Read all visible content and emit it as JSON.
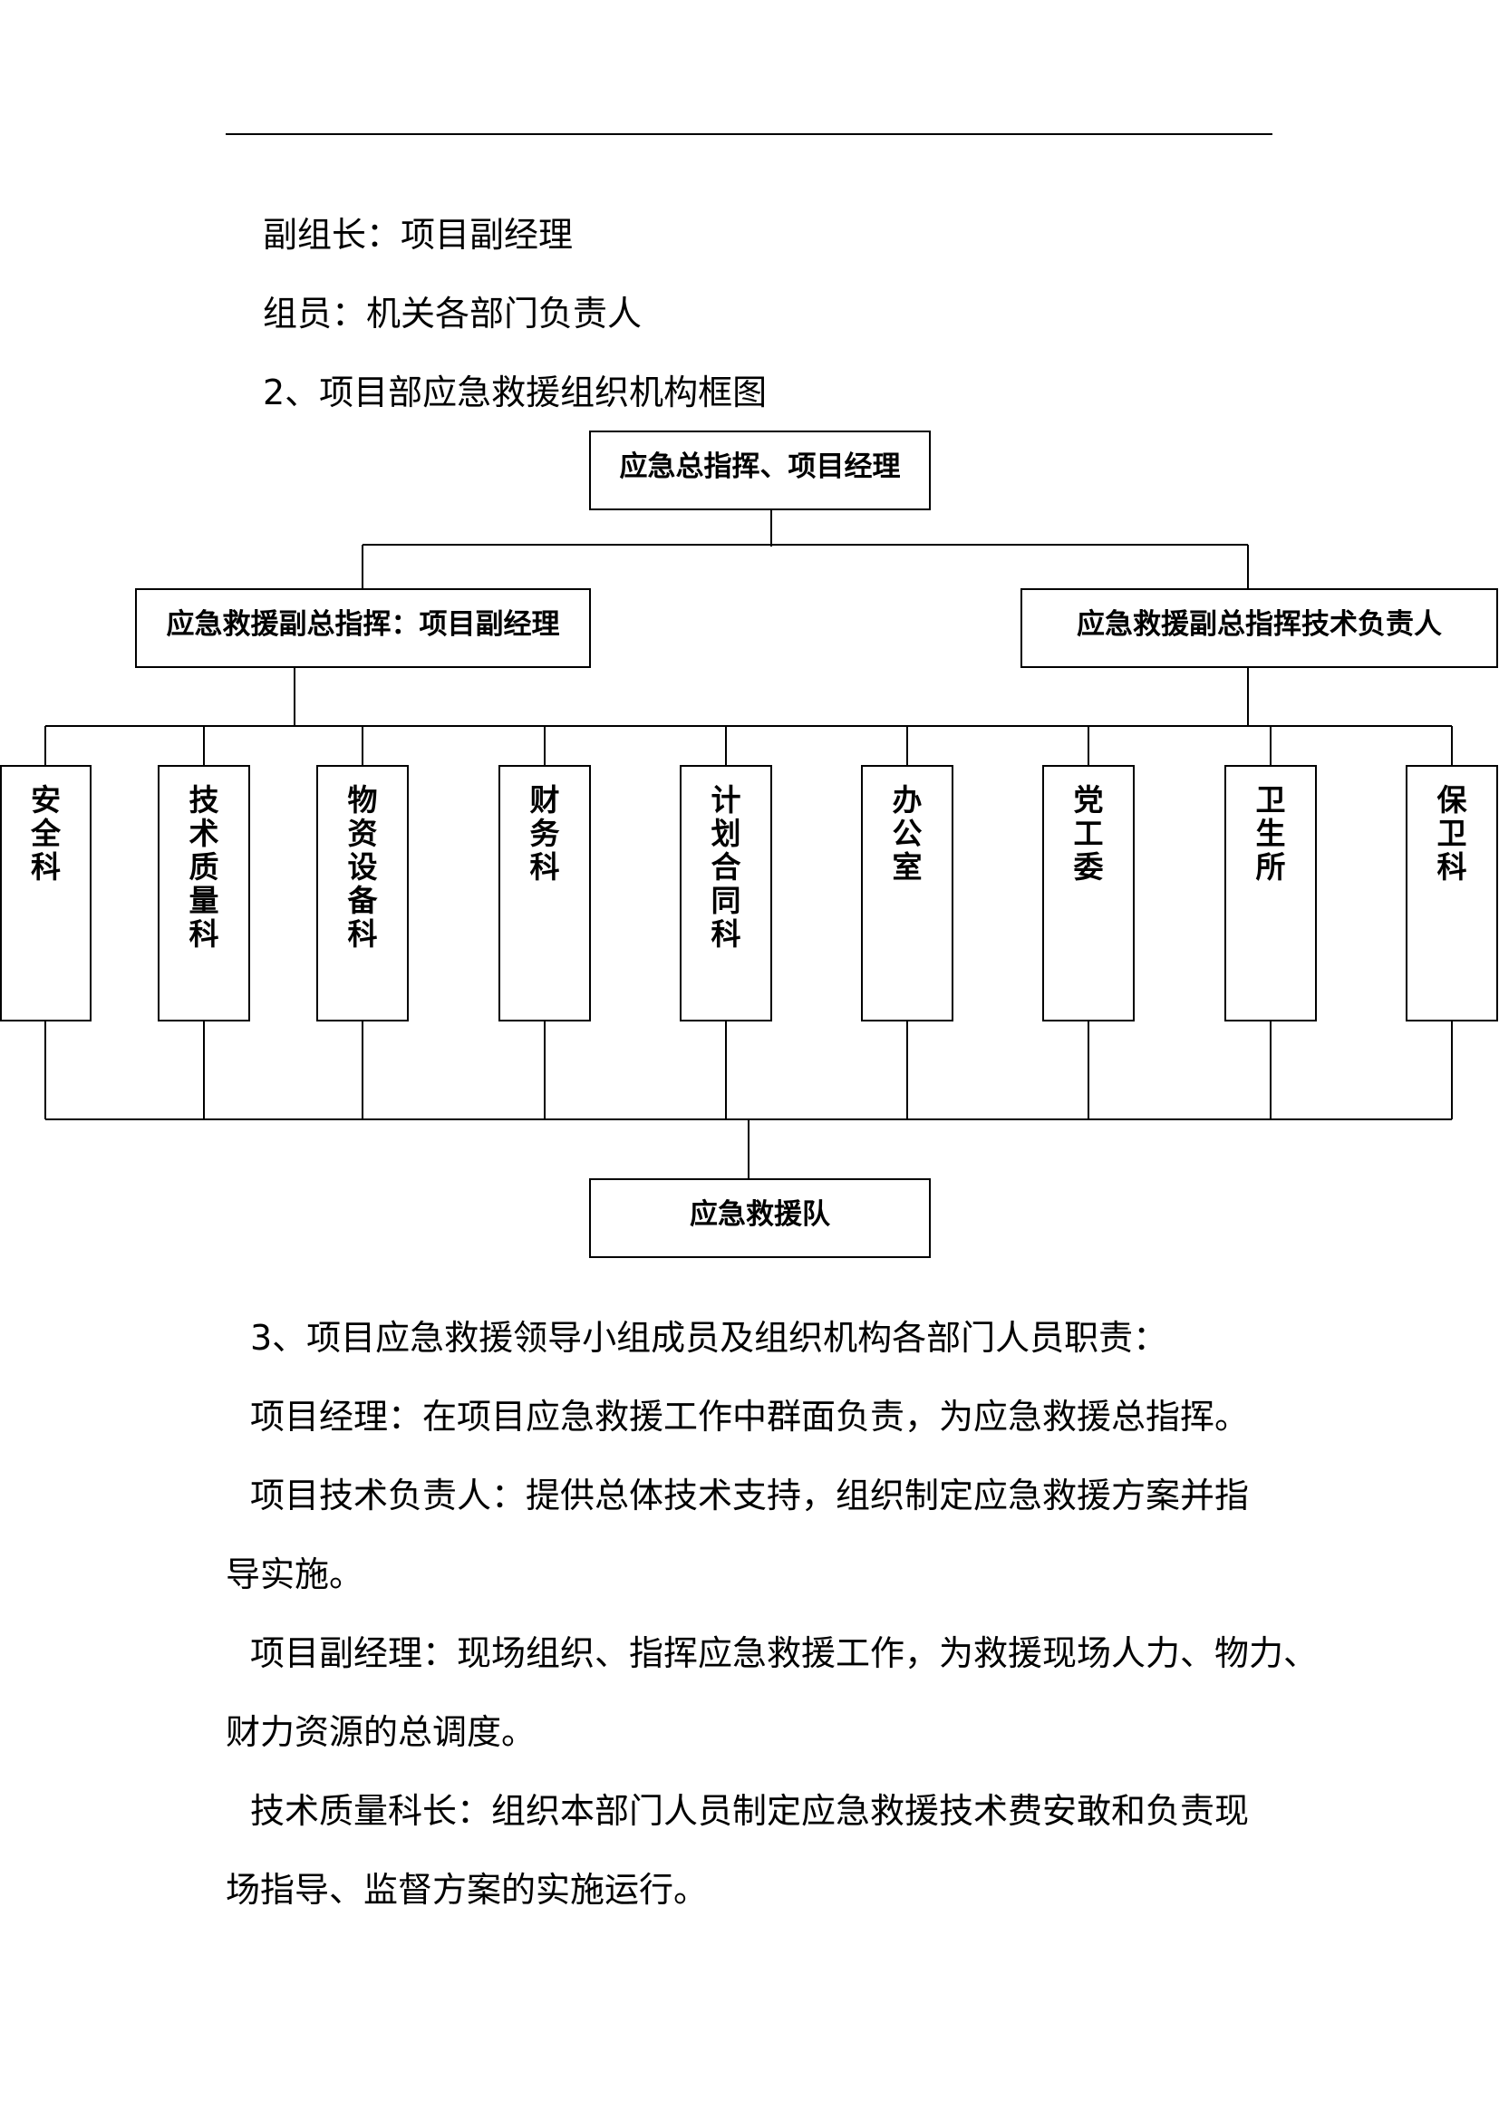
{
  "lines": [
    "副组长：项目副经理",
    "组员：机关各部门负责人",
    "2、项目部应急救援组织机构框图",
    "3、项目应急救援领导小组成员及组织机构各部门人员职责：",
    "项目经理：在项目应急救援工作中群面负责，为应急救援总指挥。",
    "项目技术负责人：提供总体技术支持，组织制定应急救援方案并指",
    "导实施。",
    "项目副经理：现场组织、指挥应急救援工作，为救援现场人力、物力、",
    "财力资源的总调度。",
    "技术质量科长：组织本部门人员制定应急救援技术费安敢和负责现",
    "场指导、监督方案的实施运行。"
  ],
  "org_chart": {
    "top": "应急总指挥、项目经理",
    "left_deputy": "应急救援副总指挥：项目副经理",
    "right_deputy": "应急救援副总指挥技术负责人",
    "departments": [
      "安全科",
      "技术质量科",
      "物资设备科",
      "财务科",
      "计划合同科",
      "办公室",
      "党工委",
      "卫生所",
      "保卫科"
    ],
    "bottom": "应急救援队"
  }
}
